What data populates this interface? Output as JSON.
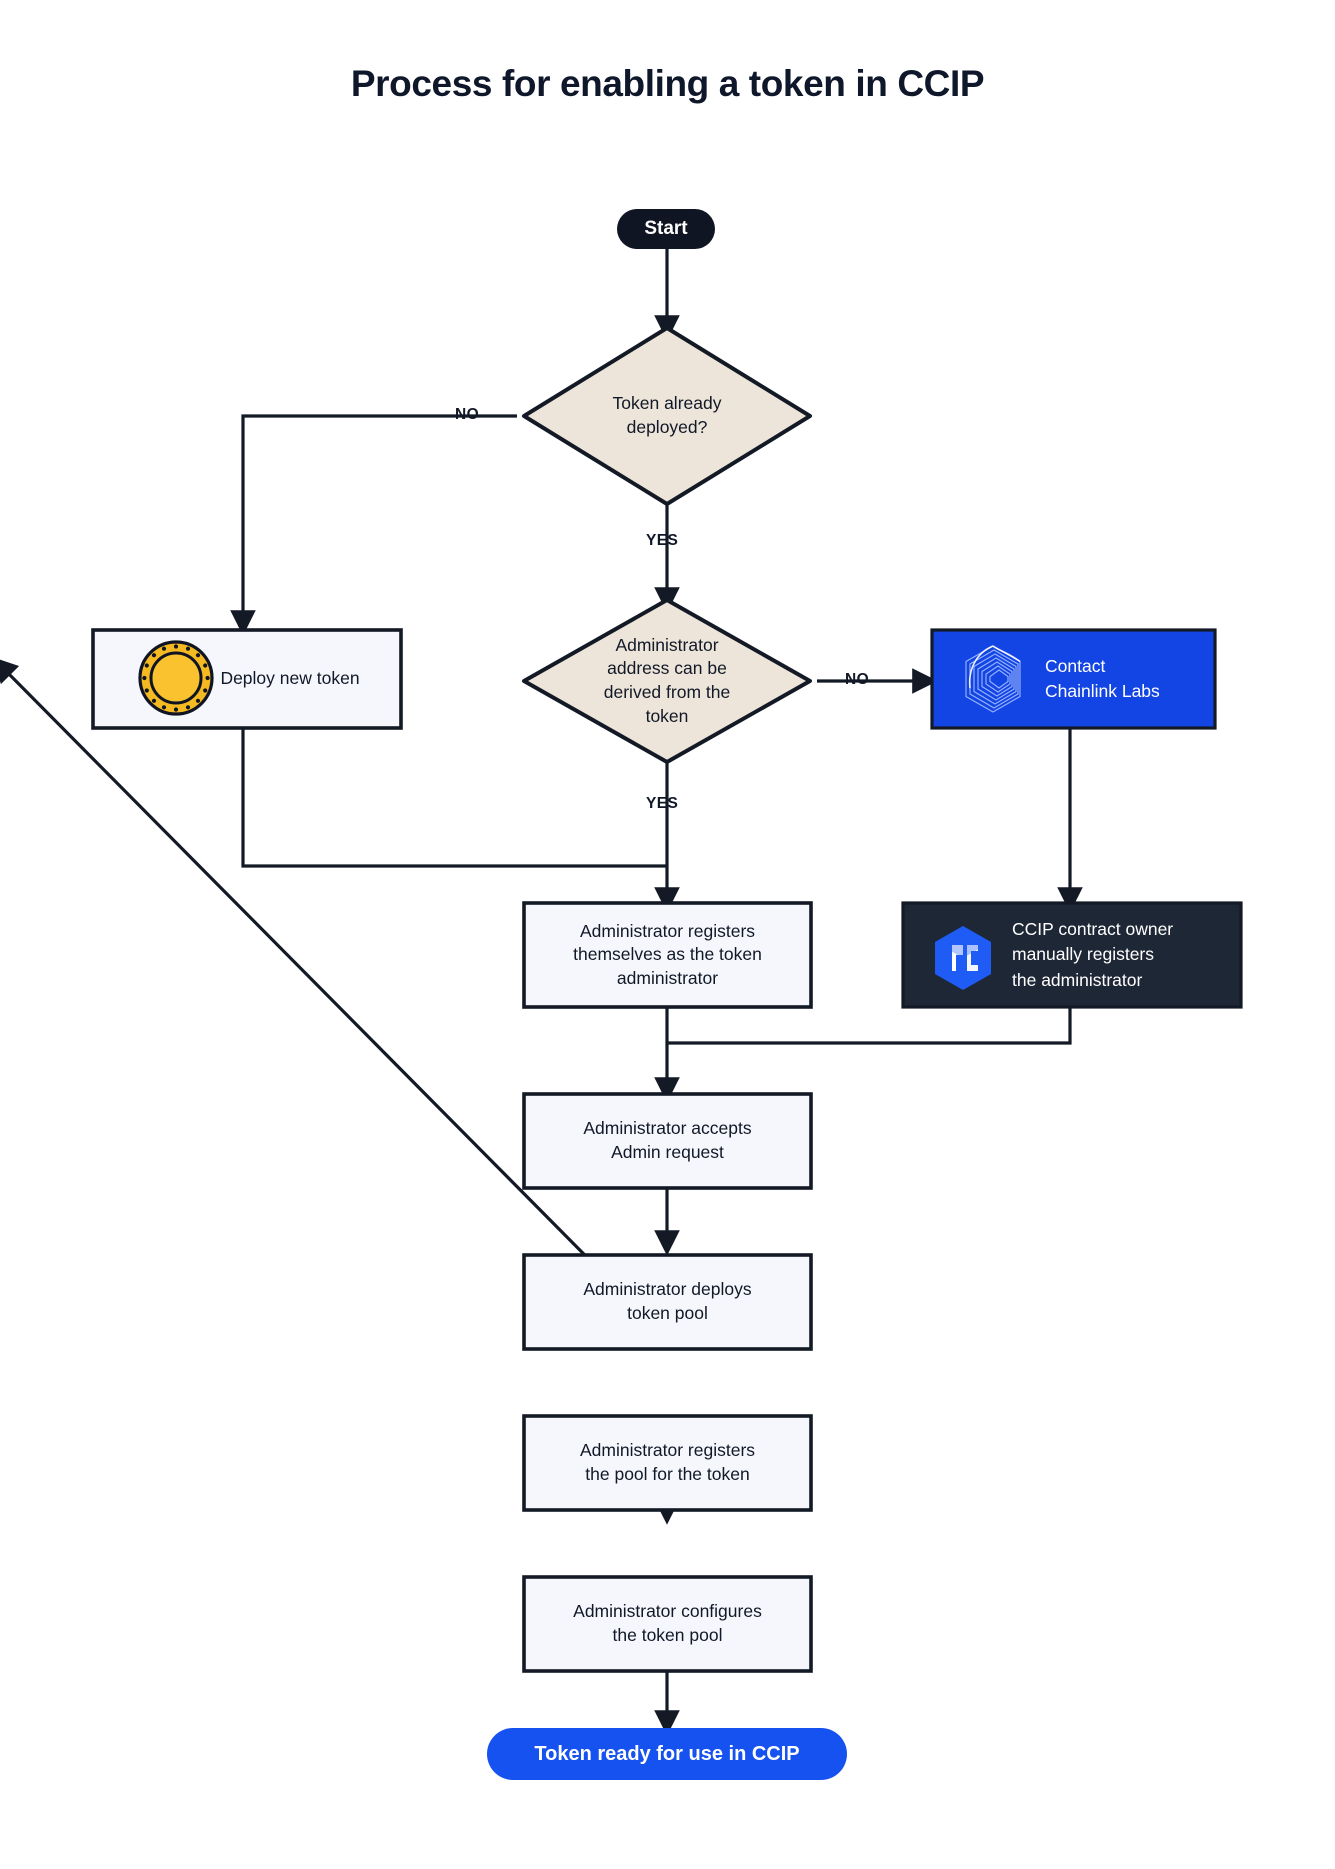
{
  "page": {
    "title": "Process for enabling a token in CCIP",
    "background_color": "#ffffff"
  },
  "colors": {
    "ink": "#111827",
    "dark_node": "#101524",
    "diamond_fill": "#EDE5DA",
    "process_fill": "#F5F7FC",
    "chainlink_blue": "#1345E5",
    "cta_blue": "#1652F0",
    "ccip_panel": "#1E2736",
    "token_gold": "#F5B921",
    "stroke": "#131a26"
  },
  "nodes": {
    "start": {
      "label": "Start",
      "type": "terminator"
    },
    "decision_token_deployed": {
      "label": "Token already deployed?",
      "type": "decision"
    },
    "deploy_new_token": {
      "label": "Deploy new token",
      "type": "process",
      "icon": "gold-coin-icon"
    },
    "decision_admin_derivable": {
      "label": "Administrator address can be derived from the token",
      "type": "decision"
    },
    "contact_chainlink_labs": {
      "label": "Contact Chainlink Labs",
      "type": "process",
      "icon": "chainlink-logo-icon"
    },
    "admin_registers_self": {
      "label": "Administrator registers themselves as the token administrator",
      "type": "process"
    },
    "ccip_owner_registers": {
      "label": "CCIP contract owner manually registers the administrator",
      "type": "process",
      "icon": "ccip-logo-icon"
    },
    "admin_accepts_request": {
      "label": "Administrator accepts Admin request",
      "type": "process"
    },
    "admin_deploys_pool": {
      "label": "Administrator deploys token pool",
      "type": "process"
    },
    "admin_registers_pool": {
      "label": "Administrator registers the pool for the token",
      "type": "process"
    },
    "admin_configures_pool": {
      "label": "Administrator configures the token pool",
      "type": "process"
    },
    "token_ready": {
      "label": "Token ready for use in CCIP",
      "type": "terminator"
    }
  },
  "node_lines": {
    "decision_token_deployed": [
      "Token already",
      "deployed?"
    ],
    "decision_admin_derivable": [
      "Administrator",
      "address can be",
      "derived from the",
      "token"
    ],
    "contact_chainlink_labs": [
      "Contact",
      "Chainlink Labs"
    ],
    "admin_registers_self": [
      "Administrator registers",
      "themselves as the token",
      "administrator"
    ],
    "ccip_owner_registers": [
      "CCIP contract owner",
      "manually registers",
      "the administrator"
    ],
    "admin_accepts_request": [
      "Administrator accepts",
      "Admin request"
    ],
    "admin_deploys_pool": [
      "Administrator deploys",
      "token pool"
    ],
    "admin_registers_pool": [
      "Administrator registers",
      "the pool for the token"
    ],
    "admin_configures_pool": [
      "Administrator configures",
      "the token pool"
    ]
  },
  "edge_labels": {
    "token_deployed_no": "NO",
    "token_deployed_yes": "YES",
    "admin_derivable_no": "NO",
    "admin_derivable_yes": "YES"
  }
}
